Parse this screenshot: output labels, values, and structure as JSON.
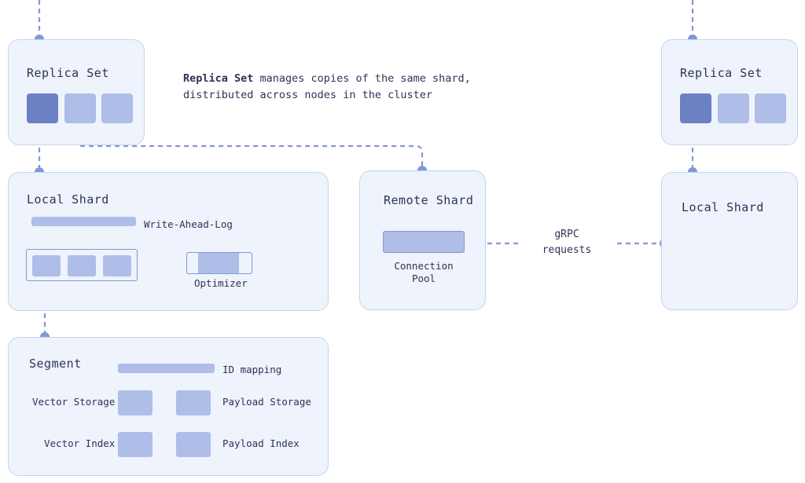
{
  "diagram": {
    "annotation": {
      "strong": "Replica Set",
      "rest_line1": " manages copies of the same shard,",
      "line2": "distributed across nodes in the cluster"
    },
    "grpc_label": "gRPC\nrequests",
    "nodes": {
      "replica_set_left": {
        "title": "Replica Set",
        "chips": [
          "active",
          "idle",
          "idle"
        ]
      },
      "replica_set_right": {
        "title": "Replica Set",
        "chips": [
          "active",
          "idle",
          "idle"
        ]
      },
      "local_shard_left": {
        "title": "Local Shard",
        "wal_label": "Write-Ahead-Log",
        "optimizer_label": "Optimizer",
        "segments_count": 3
      },
      "remote_shard": {
        "title": "Remote Shard",
        "connection_pool_label": "Connection\nPool"
      },
      "local_shard_right": {
        "title": "Local Shard"
      },
      "segment": {
        "title": "Segment",
        "id_mapping_label": "ID mapping",
        "vector_storage_label": "Vector Storage",
        "payload_storage_label": "Payload Storage",
        "vector_index_label": "Vector Index",
        "payload_index_label": "Payload Index"
      }
    },
    "colors": {
      "node_fill": "#eef3fc",
      "node_border": "#c6d4f0",
      "chip_active": "#6b81c4",
      "chip_idle": "#aebee8",
      "connector": "#8496d4",
      "text": "#2e3356"
    }
  }
}
